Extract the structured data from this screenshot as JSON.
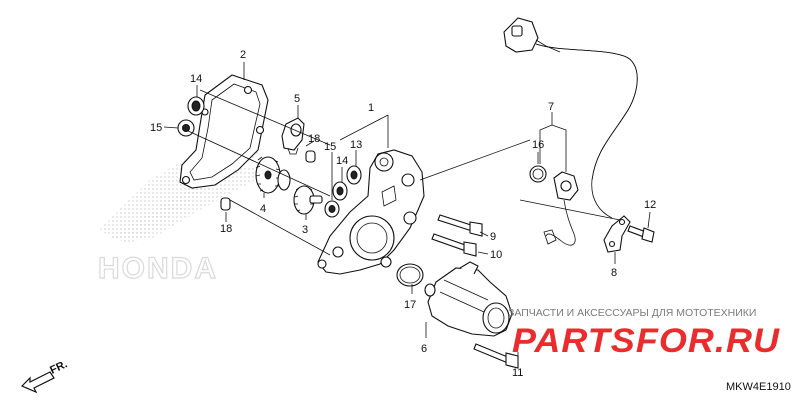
{
  "diagram": {
    "code": "MKW4E1910",
    "direction_label": "FR.",
    "watermark_brand": "HONDA"
  },
  "branding": {
    "tagline": "ЗАПЧАСТИ И АКСЕССУАРЫ ДЛЯ МОТОТЕХНИКИ",
    "site_name": "PARTSFOR.RU"
  },
  "callouts": [
    {
      "id": "c1",
      "label": "1"
    },
    {
      "id": "c2",
      "label": "2"
    },
    {
      "id": "c3",
      "label": "3"
    },
    {
      "id": "c4",
      "label": "4"
    },
    {
      "id": "c5",
      "label": "5"
    },
    {
      "id": "c6",
      "label": "6"
    },
    {
      "id": "c7",
      "label": "7"
    },
    {
      "id": "c8",
      "label": "8"
    },
    {
      "id": "c9",
      "label": "9"
    },
    {
      "id": "c10",
      "label": "10"
    },
    {
      "id": "c11",
      "label": "11"
    },
    {
      "id": "c12",
      "label": "12"
    },
    {
      "id": "c13",
      "label": "13"
    },
    {
      "id": "c14a",
      "label": "14"
    },
    {
      "id": "c14b",
      "label": "14"
    },
    {
      "id": "c15a",
      "label": "15"
    },
    {
      "id": "c15b",
      "label": "15"
    },
    {
      "id": "c16",
      "label": "16"
    },
    {
      "id": "c17",
      "label": "17"
    },
    {
      "id": "c18a",
      "label": "18"
    },
    {
      "id": "c18b",
      "label": "18"
    }
  ]
}
